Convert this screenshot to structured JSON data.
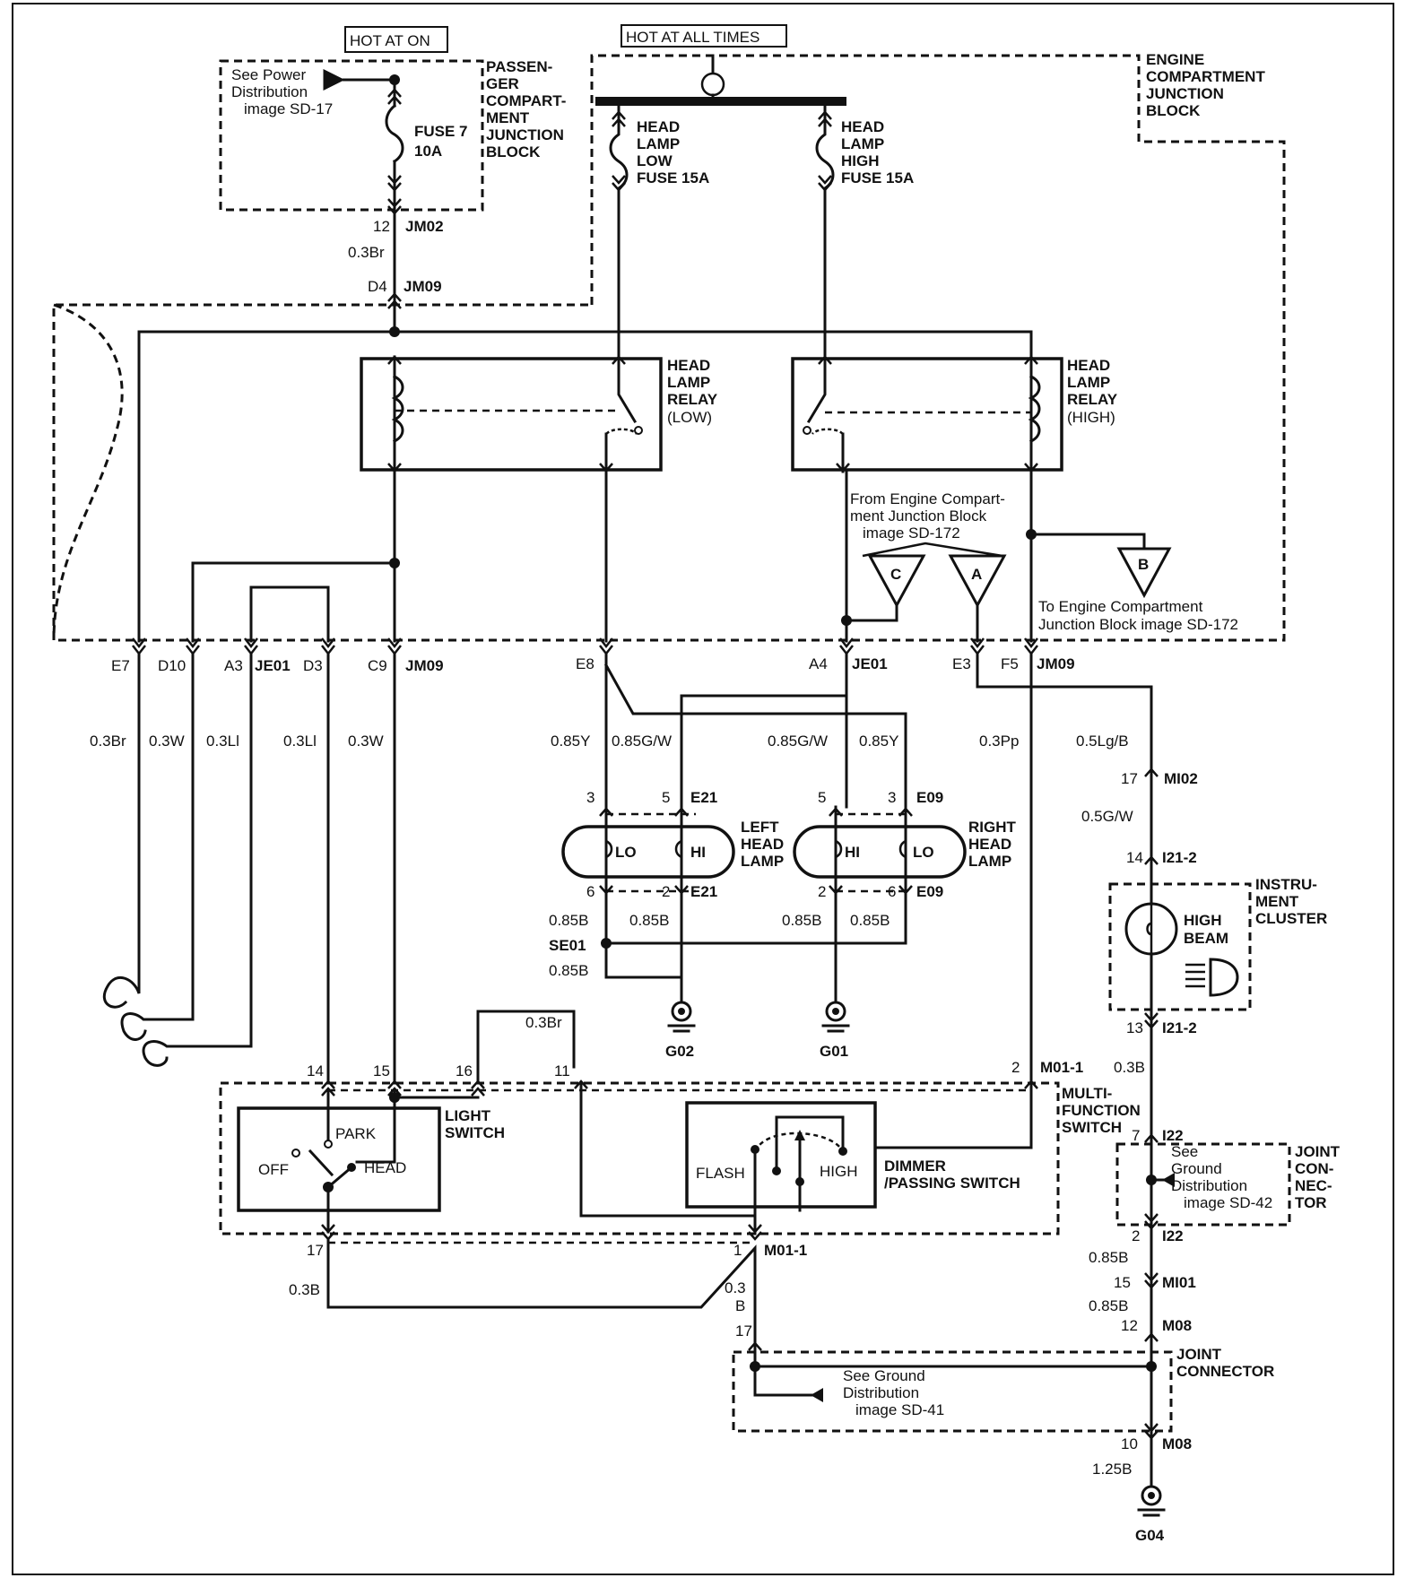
{
  "sources": {
    "hot_at_on": "HOT AT ON",
    "hot_at_all_times": "HOT AT ALL TIMES"
  },
  "blocks": {
    "passenger_jb": [
      "PASSEN-",
      "GER",
      "COMPART-",
      "MENT",
      "JUNCTION",
      "BLOCK"
    ],
    "engine_jb": [
      "ENGINE",
      "COMPARTMENT",
      "JUNCTION",
      "BLOCK"
    ],
    "see_power": [
      "See Power",
      "Distribution",
      "image SD-17"
    ],
    "instrument_cluster": [
      "INSTRU-",
      "MENT",
      "CLUSTER"
    ],
    "joint_connector_upper": [
      "JOINT",
      "CON-",
      "NEC-",
      "TOR"
    ],
    "joint_connector_lower": [
      "JOINT",
      "CONNECTOR"
    ],
    "see_ground_42": [
      "See",
      "Ground",
      "Distribution",
      "image SD-42"
    ],
    "see_ground_41": [
      "See Ground",
      "Distribution",
      "image SD-41"
    ],
    "from_engine": [
      "From Engine Compart-",
      "ment Junction Block",
      "image SD-172"
    ],
    "to_engine": [
      "To Engine Compartment",
      "Junction Block image SD-172"
    ],
    "multi_function": [
      "MULTI-",
      "FUNCTION",
      "SWITCH"
    ]
  },
  "fuses": {
    "fuse7": [
      "FUSE 7",
      "10A"
    ],
    "low": [
      "HEAD",
      "LAMP",
      "LOW",
      "FUSE 15A"
    ],
    "high": [
      "HEAD",
      "LAMP",
      "HIGH",
      "FUSE 15A"
    ]
  },
  "relays": {
    "low": [
      "HEAD",
      "LAMP",
      "RELAY",
      "(LOW)"
    ],
    "high": [
      "HEAD",
      "LAMP",
      "RELAY",
      "(HIGH)"
    ]
  },
  "lamps": {
    "left": [
      "LEFT",
      "HEAD",
      "LAMP"
    ],
    "right": [
      "RIGHT",
      "HEAD",
      "LAMP"
    ],
    "lo": "LO",
    "hi": "HI",
    "high_beam": [
      "HIGH",
      "BEAM"
    ]
  },
  "switches": {
    "light_switch": [
      "LIGHT",
      "SWITCH"
    ],
    "dimmer": [
      "DIMMER",
      "/PASSING SWITCH"
    ],
    "park": "PARK",
    "off": "OFF",
    "head": "HEAD",
    "flash": "FLASH",
    "high": "HIGH"
  },
  "connectors": {
    "jm02": "JM02",
    "jm09": "JM09",
    "je01": "JE01",
    "e21": "E21",
    "e09": "E09",
    "se01": "SE01",
    "mi02": "MI02",
    "i21_2": "I21-2",
    "i22": "I22",
    "mi01": "MI01",
    "m08": "M08",
    "m01_1": "M01-1"
  },
  "pins": {
    "p12_top": "12",
    "d4": "D4",
    "e7": "E7",
    "d10": "D10",
    "a3": "A3",
    "d3": "D3",
    "c9": "C9",
    "e8": "E8",
    "a4": "A4",
    "e3": "E3",
    "f5": "F5",
    "l3": "3",
    "l5": "5",
    "l6": "6",
    "l2": "2",
    "r5": "5",
    "r3": "3",
    "r2": "2",
    "r6": "6",
    "p17_mi02": "17",
    "p14_i21": "14",
    "p13_i21": "13",
    "p7_i22": "7",
    "p2_i22": "2",
    "p15_mi01": "15",
    "p12_m08": "12",
    "p10_m08": "10",
    "p17_jc": "17",
    "s14": "14",
    "s15": "15",
    "s16": "16",
    "s11": "11",
    "s2": "2",
    "s17": "17",
    "s1": "1"
  },
  "wires": {
    "w_03br_top": "0.3Br",
    "w_e7": "0.3Br",
    "w_d10": "0.3W",
    "w_a3": "0.3Ll",
    "w_d3": "0.3Ll",
    "w_c9": "0.3W",
    "w_e8": "0.85Y",
    "w_e8b": "0.85G/W",
    "w_a4a": "0.85G/W",
    "w_a4b": "0.85Y",
    "w_f5": "0.3Pp",
    "w_e3": "0.5Lg/B",
    "w_mi02": "0.5G/W",
    "w_l6": "0.85B",
    "w_l2": "0.85B",
    "w_r2": "0.85B",
    "w_r6": "0.85B",
    "w_se01": "0.85B",
    "w_16": "0.3Br",
    "w_i21": "0.3B",
    "w_i22": "0.85B",
    "w_mi01": "0.85B",
    "w_m08": "1.25B",
    "w_17": "0.3B",
    "w_1a": "0.3",
    "w_1b": "B"
  },
  "grounds": {
    "g02": "G02",
    "g01": "G01",
    "g04": "G04"
  },
  "tags": {
    "a": "A",
    "b": "B",
    "c": "C"
  }
}
